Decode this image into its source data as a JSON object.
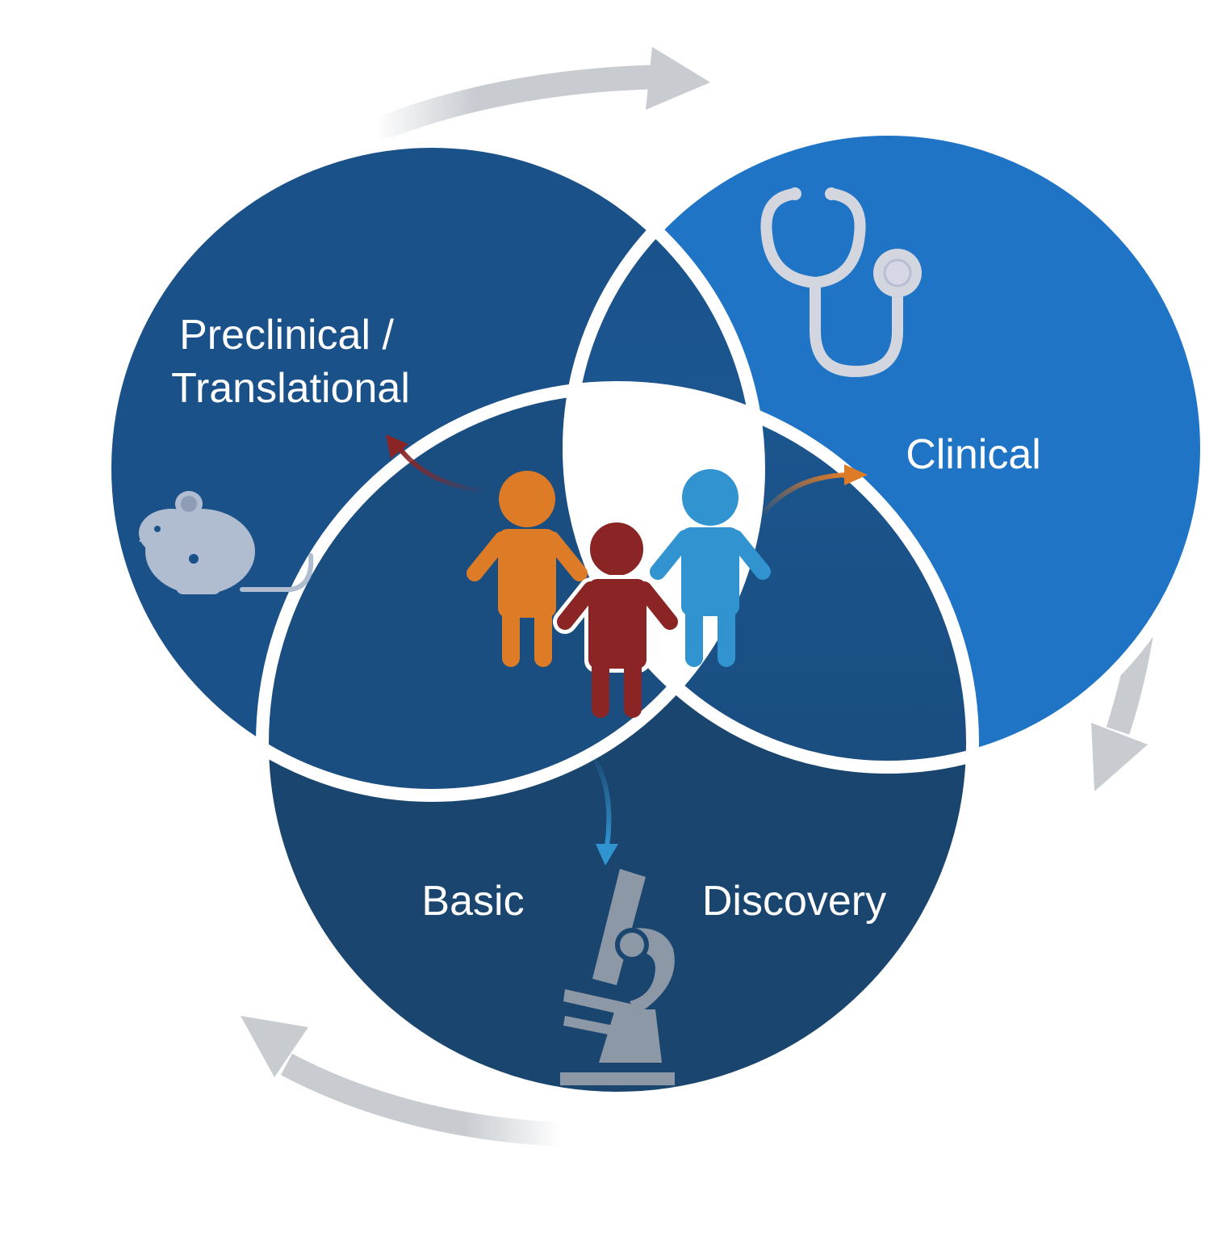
{
  "diagram": {
    "labels": {
      "preclinical_line1": "Preclinical /",
      "preclinical_line2": "Translational",
      "clinical": "Clinical",
      "basic": "Basic",
      "discovery": "Discovery"
    },
    "colors": {
      "preclinical_circle": "#1a5189",
      "clinical_circle": "#1f74c6",
      "basic_circle": "#1a456e",
      "center_white": "#ffffff",
      "cycle_arrow": "#c8ccd1",
      "child_orange": "#de7b27",
      "child_red": "#8b2424",
      "child_blue": "#3193d0",
      "mouse": "#b0bdd0",
      "stethoscope": "#d3d6df",
      "microscope": "#8d98a6"
    },
    "icons": [
      "mouse-icon",
      "stethoscope-icon",
      "microscope-icon",
      "children-icon"
    ]
  }
}
